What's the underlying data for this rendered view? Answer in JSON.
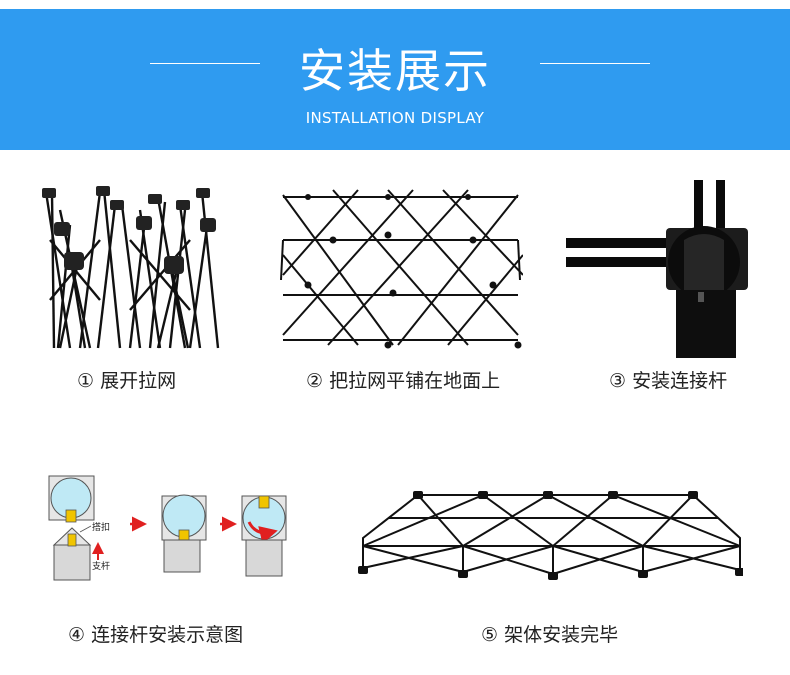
{
  "header": {
    "title": "安装展示",
    "subtitle": "INSTALLATION DISPLAY"
  },
  "steps": [
    {
      "caption": "① 展开拉网",
      "image": "folded-truss-frame"
    },
    {
      "caption": "② 把拉网平铺在地面上",
      "image": "flat-net-grid"
    },
    {
      "caption": "③ 安装连接杆",
      "image": "connector-joint-closeup"
    },
    {
      "caption": "④ 连接杆安装示意图",
      "image": "connector-install-diagram"
    },
    {
      "caption": "⑤ 架体安装完毕",
      "image": "assembled-frame"
    }
  ],
  "diagram_labels": {
    "clip": "搭扣",
    "pole": "支杆"
  },
  "colors": {
    "banner": "#2f9bf0",
    "diagram_circle": "#bfe9f5",
    "arrow_red": "#e02020",
    "clip_yellow": "#f0c400"
  }
}
